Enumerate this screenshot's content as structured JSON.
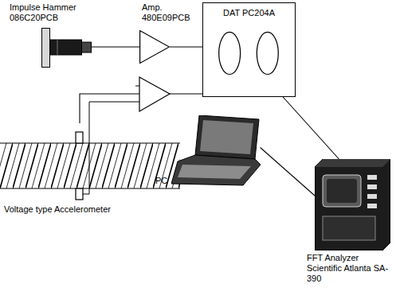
{
  "diagram": {
    "nodes": [
      {
        "text": [
          "Impulse Hammer 086C20PCB"
        ]
      },
      {
        "text": [
          "Amp. 480E09PCB"
        ]
      },
      {
        "text": [
          "DAT PC204A"
        ]
      },
      {
        "text": [
          "FFT Analyzer Scientific Atlanta SA-390"
        ]
      },
      {
        "text": [
          "PC"
        ]
      },
      {
        "text": [
          "Voltage type Accelerometer"
        ]
      }
    ],
    "edges": [
      {
        "from": 0,
        "to": 1,
        "arrow": "none"
      },
      {
        "from": 1,
        "to": 2,
        "arrow": "none"
      },
      {
        "from": 5,
        "to": 2,
        "arrow": "none"
      },
      {
        "from": 2,
        "to": 3,
        "arrow": "none"
      },
      {
        "from": 3,
        "to": 4,
        "arrow": "none"
      }
    ]
  }
}
